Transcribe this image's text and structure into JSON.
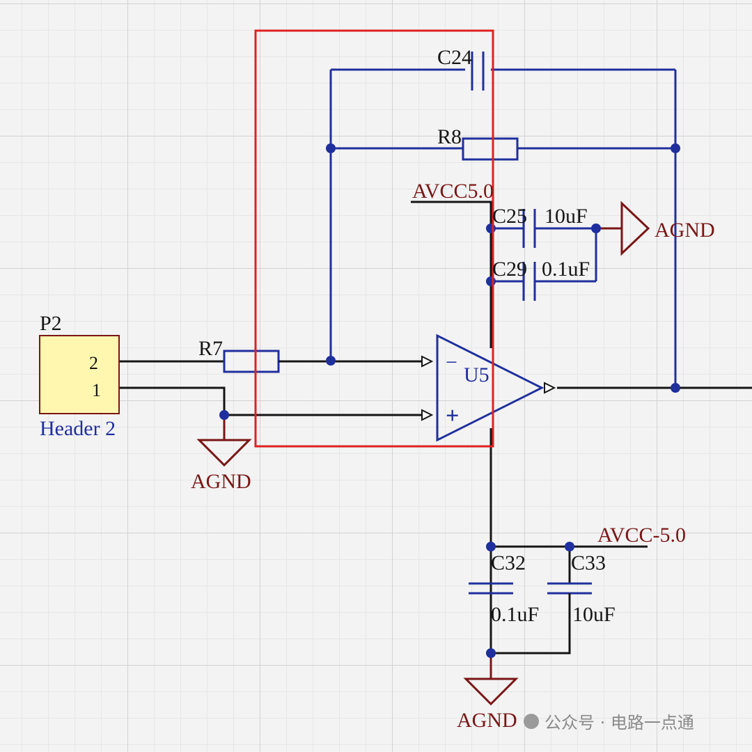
{
  "components": {
    "header": {
      "ref": "P2",
      "name": "Header 2",
      "pin_top": "2",
      "pin_bottom": "1"
    },
    "r7": {
      "ref": "R7"
    },
    "r8": {
      "ref": "R8"
    },
    "c24": {
      "ref": "C24"
    },
    "c25": {
      "ref": "C25",
      "value": "10uF"
    },
    "c29": {
      "ref": "C29",
      "value": "0.1uF"
    },
    "c32": {
      "ref": "C32",
      "value": "0.1uF"
    },
    "c33": {
      "ref": "C33",
      "value": "10uF"
    },
    "u5": {
      "ref": "U5",
      "minus": "−",
      "plus": "+"
    }
  },
  "nets": {
    "avcc_pos": "AVCC5.0",
    "avcc_neg": "AVCC-5.0",
    "agnd_left": "AGND",
    "agnd_right": "AGND",
    "agnd_bottom": "AGND"
  },
  "watermark": {
    "text": "公众号 · 电路一点通"
  },
  "colors": {
    "wire": "#1f2f9e",
    "power": "#7a1515",
    "highlight": "#e02020",
    "header_fill": "#fff7b0",
    "grid": "#d2d2d2"
  }
}
